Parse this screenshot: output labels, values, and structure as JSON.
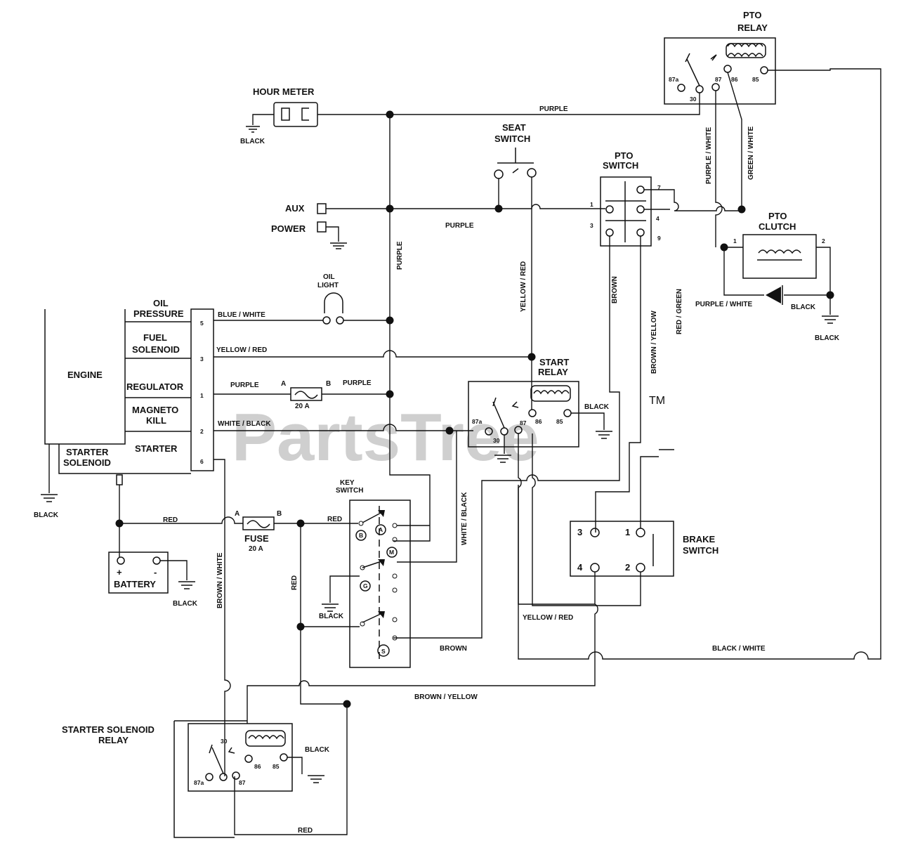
{
  "watermark": {
    "text": "PartsTree",
    "tm": "TM"
  },
  "components": {
    "hour_meter": "HOUR METER",
    "pto_relay": [
      "PTO",
      "RELAY"
    ],
    "seat_switch": [
      "SEAT",
      "SWITCH"
    ],
    "pto_switch": [
      "PTO",
      "SWITCH"
    ],
    "pto_clutch": [
      "PTO",
      "CLUTCH"
    ],
    "aux": "AUX",
    "power": "POWER",
    "oil_light": [
      "OIL",
      "LIGHT"
    ],
    "engine": "ENGINE",
    "oil_pressure": [
      "OIL",
      "PRESSURE"
    ],
    "fuel_solenoid": [
      "FUEL",
      "SOLENOID"
    ],
    "regulator": "REGULATOR",
    "magneto_kill": [
      "MAGNETO",
      "KILL"
    ],
    "starter": "STARTER",
    "starter_solenoid": [
      "STARTER",
      "SOLENOID"
    ],
    "start_relay": [
      "START",
      "RELAY"
    ],
    "key_switch": [
      "KEY",
      "SWITCH"
    ],
    "fuse": "FUSE",
    "fuse_rating": "20 A",
    "inline_fuse_rating": "20 A",
    "battery": "BATTERY",
    "brake_switch": [
      "BRAKE",
      "SWITCH"
    ],
    "starter_solenoid_relay": [
      "STARTER SOLENOID",
      "RELAY"
    ]
  },
  "wire_labels": {
    "black": "BLACK",
    "purple": "PURPLE",
    "purple_white": "PURPLE / WHITE",
    "green_white": "GREEN / WHITE",
    "blue_white": "BLUE / WHITE",
    "yellow_red": "YELLOW / RED",
    "white_black": "WHITE / BLACK",
    "brown": "BROWN",
    "brown_yellow": "BROWN / YELLOW",
    "red_green": "RED / GREEN",
    "brown_white": "BROWN / WHITE",
    "red": "RED",
    "black_white": "BLACK / WHITE"
  },
  "terminals": {
    "relay": {
      "t87a": "87a",
      "t30": "30",
      "t87": "87",
      "t86": "86",
      "t85": "85"
    },
    "plug": [
      "5",
      "3",
      "1",
      "2",
      "6"
    ],
    "pto_switch": {
      "t1": "1",
      "t3": "3",
      "t4": "4",
      "t7": "7",
      "t9": "9"
    },
    "pto_clutch": {
      "t1": "1",
      "t2": "2"
    },
    "brake": {
      "t1": "1",
      "t2": "2",
      "t3": "3",
      "t4": "4"
    },
    "fuse": {
      "a": "A",
      "b": "B"
    },
    "key": {
      "a": "A",
      "b": "B",
      "m": "M",
      "g": "G",
      "s": "S"
    },
    "battery": {
      "plus": "+",
      "minus": "-"
    }
  }
}
